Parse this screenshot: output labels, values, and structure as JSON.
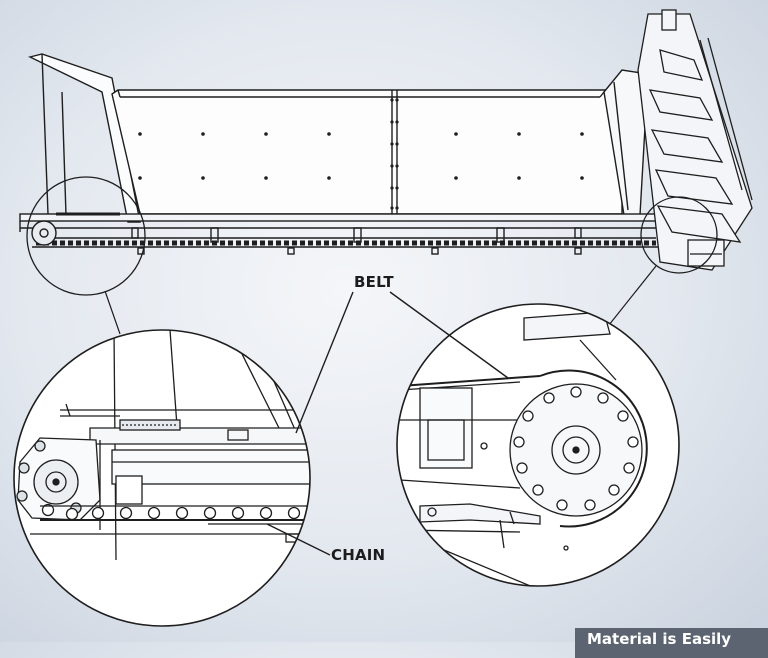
{
  "labels": {
    "belt": "BELT",
    "chain": "CHAIN"
  },
  "caption": "Material is Easily",
  "colors": {
    "line": "#1e1e1e",
    "background": "#dfe5ec",
    "caption_bg": "#5b6470"
  }
}
